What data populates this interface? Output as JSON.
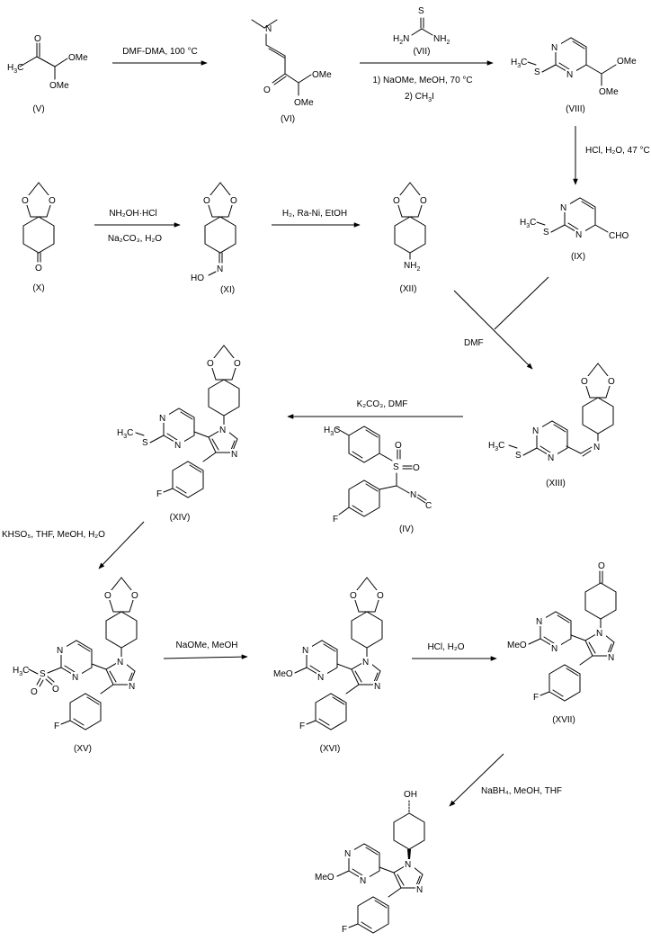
{
  "title": "Synthetic scheme",
  "compounds": [
    {
      "id": "V",
      "label": "(V)"
    },
    {
      "id": "VI",
      "label": "(VI)"
    },
    {
      "id": "VII",
      "label": "(VII)"
    },
    {
      "id": "VIII",
      "label": "(VIII)"
    },
    {
      "id": "IX",
      "label": "(IX)"
    },
    {
      "id": "X",
      "label": "(X)"
    },
    {
      "id": "XI",
      "label": "(XI)"
    },
    {
      "id": "XII",
      "label": "(XII)"
    },
    {
      "id": "XIII",
      "label": "(XIII)"
    },
    {
      "id": "XIV",
      "label": "(XIV)"
    },
    {
      "id": "IV",
      "label": "(IV)"
    },
    {
      "id": "XV",
      "label": "(XV)"
    },
    {
      "id": "XVI",
      "label": "(XVI)"
    },
    {
      "id": "XVII",
      "label": "(XVII)"
    }
  ],
  "conditions": {
    "v_to_vi": "DMF-DMA, 100 °C",
    "vi_to_viii_1": "1) NaOMe, MeOH, 70 °C",
    "vi_to_viii_2": "2) CH",
    "viii_to_ix": "HCl, H₂O, 47 °C",
    "x_to_xi_1": "NH₂OH·HCl",
    "x_to_xi_2": "Na₂CO₃, H₂O",
    "xi_to_xii": "H₂, Ra-Ni, EtOH",
    "to_xiii": "DMF",
    "xiii_to_xiv": "K₂CO₃, DMF",
    "xiv_to_xv": "KHSO₅, THF, MeOH, H₂O",
    "xv_to_xvi": "NaOMe, MeOH",
    "xvi_to_xvii": "HCl, H₂O",
    "xvii_to_final": "NaBH₄, MeOH, THF"
  },
  "atoms": {
    "ome": "OMe",
    "meo": "MeO",
    "o": "O",
    "n": "N",
    "s": "S",
    "f": "F",
    "oh": "OH",
    "ho": "HO",
    "nh2": "NH",
    "h3c": "H",
    "cho": "CHO",
    "h2n": "H",
    "c": "C",
    "i3": "I"
  }
}
